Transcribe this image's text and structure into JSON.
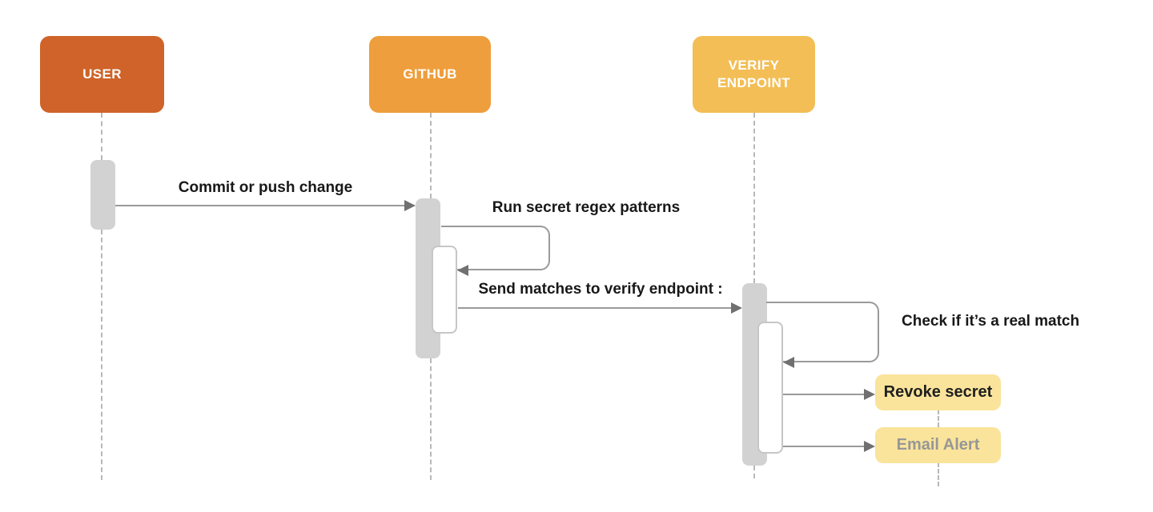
{
  "colors": {
    "background": "#FFFFFF",
    "actor_user": "#CF6329",
    "actor_github": "#EE9E3C",
    "actor_verify": "#F3BE55",
    "actor_text": "#FFFFFF",
    "activation_fill": "#D2D2D2",
    "nested_activation_fill": "#FFFFFF",
    "nested_activation_border": "#C6C6C6",
    "line": "#9A9A9A",
    "arrowhead": "#707070",
    "lifeline": "#B8B8B8",
    "message_text": "#181818",
    "note_fill": "#FAE49B"
  },
  "actors": [
    {
      "id": "user",
      "label": "USER"
    },
    {
      "id": "github",
      "label": "GITHUB"
    },
    {
      "id": "verify",
      "label": "VERIFY ENDPOINT"
    }
  ],
  "messages": [
    {
      "from": "user",
      "to": "github",
      "kind": "call",
      "label": "Commit or push change"
    },
    {
      "from": "github",
      "to": "github",
      "kind": "self",
      "label": "Run secret regex patterns"
    },
    {
      "from": "github",
      "to": "verify",
      "kind": "call",
      "label": "Send matches to verify endpoint :"
    },
    {
      "from": "verify",
      "to": "verify",
      "kind": "self",
      "label": "Check if it’s a real match"
    },
    {
      "from": "verify",
      "to": "note-revoke",
      "kind": "call",
      "label": ""
    },
    {
      "from": "verify",
      "to": "note-email",
      "kind": "call",
      "label": ""
    }
  ],
  "notes": [
    {
      "label": "Revoke secret",
      "text_color": "#1F1F1F"
    },
    {
      "label": "Email Alert",
      "text_color": "#979797"
    }
  ]
}
